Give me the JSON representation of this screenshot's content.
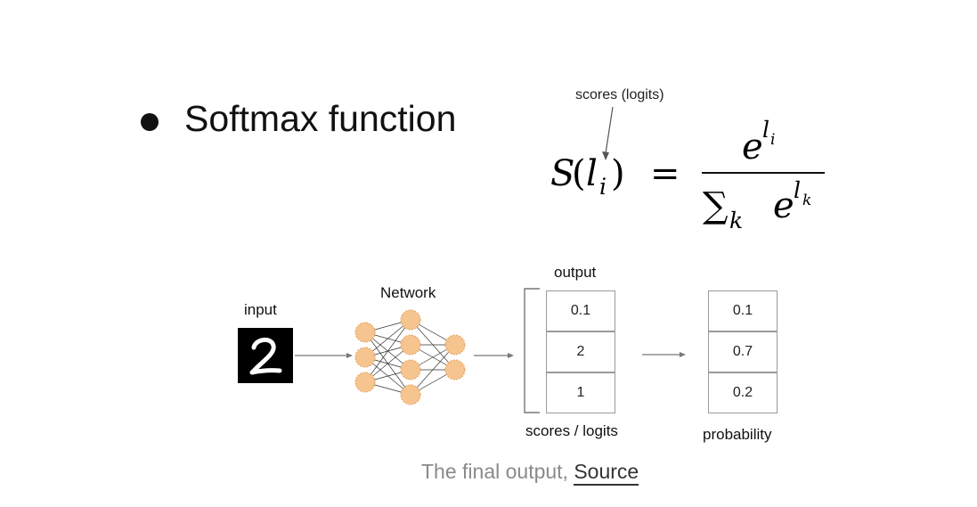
{
  "slide": {
    "heading": "Softmax function",
    "logit_note": "scores (logits)"
  },
  "formula": {
    "lhs_func": "S",
    "lhs_var": "l",
    "lhs_sub": "i",
    "num_base": "e",
    "num_exp": "l",
    "num_exp_sub": "i",
    "den_sum": "∑",
    "den_sum_sub": "k",
    "den_base": "e",
    "den_exp": "l",
    "den_exp_sub": "k",
    "equals": "="
  },
  "diagram": {
    "input_label": "input",
    "input_digit": "2",
    "network_label": "Network",
    "output_label": "output",
    "scores_label": "scores / logits",
    "probability_label": "probability",
    "scores": [
      "0.1",
      "2",
      "1"
    ],
    "probabilities": [
      "0.1",
      "0.7",
      "0.2"
    ],
    "node_color": "#f6c48f",
    "node_stroke": "#e2a25e"
  },
  "caption": {
    "text": "The final output, ",
    "link": "Source"
  }
}
